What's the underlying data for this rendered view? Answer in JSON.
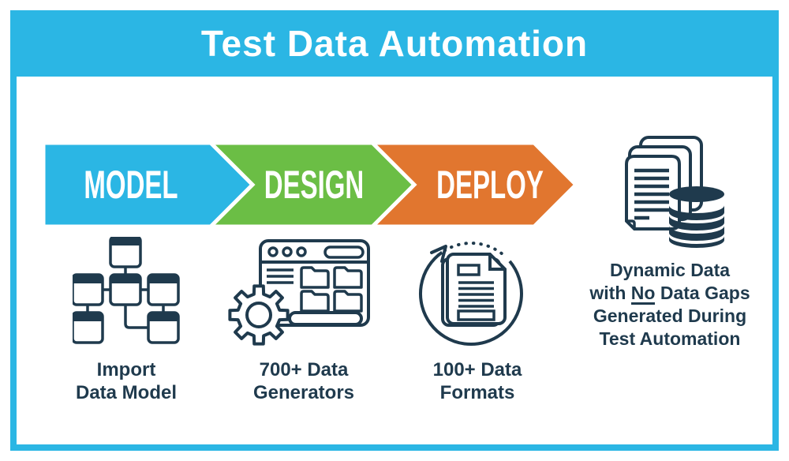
{
  "title": "Test Data Automation",
  "colors": {
    "banner": "#2BB6E4",
    "model_arrow": "#2BB6E4",
    "design_arrow": "#6BBE45",
    "deploy_arrow": "#E1762F",
    "icon_navy": "#1F3A4D"
  },
  "steps": [
    {
      "label": "MODEL",
      "caption1": "Import",
      "caption2": "Data Model",
      "icon": "data-model-icon"
    },
    {
      "label": "DESIGN",
      "caption1": "700+ Data",
      "caption2": "Generators",
      "icon": "data-generators-icon"
    },
    {
      "label": "DEPLOY",
      "caption1": "100+ Data",
      "caption2": "Formats",
      "icon": "data-formats-icon"
    }
  ],
  "result": {
    "icon": "documents-database-icon",
    "line1": "Dynamic Data",
    "line2_prefix": "with ",
    "line2_underlined": "No",
    "line2_suffix": " Data Gaps",
    "line3": "Generated During",
    "line4": "Test Automation"
  }
}
